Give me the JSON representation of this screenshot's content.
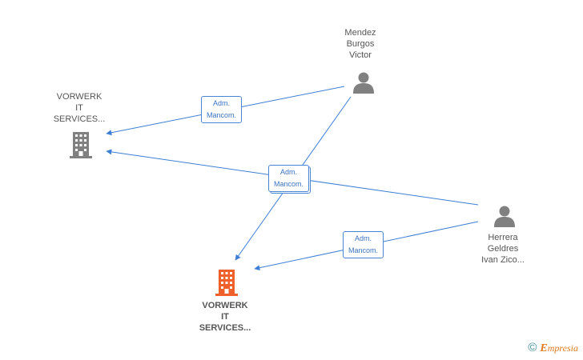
{
  "nodes": {
    "person_mendez": {
      "label": "Mendez\nBurgos\nVictor"
    },
    "person_herrera": {
      "label": "Herrera\nGeldres\nIvan Zico..."
    },
    "company_top": {
      "label": "VORWERK\nIT\nSERVICES..."
    },
    "company_main": {
      "label": "VORWERK\nIT\nSERVICES..."
    }
  },
  "edges": {
    "mendez_to_top": {
      "label": "Adm.\nMancom."
    },
    "shared": {
      "label": "Adm.\nMancom."
    },
    "herrera_to_main": {
      "label": "Adm.\nMancom."
    }
  },
  "colors": {
    "edge": "#3d7fd6",
    "person_icon": "#808080",
    "company_icon": "#808080",
    "main_company_icon": "#f0602b"
  },
  "footer": {
    "copyright": "©",
    "brand_initial": "E",
    "brand_rest": "mpresia"
  }
}
